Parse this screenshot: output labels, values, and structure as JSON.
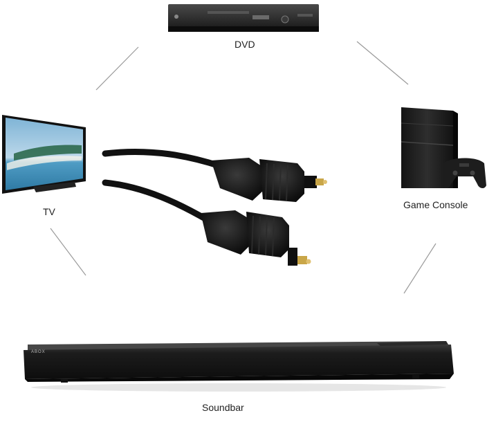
{
  "labels": {
    "dvd": "DVD",
    "tv": "TV",
    "game_console": "Game Console",
    "soundbar": "Soundbar",
    "brand": "ABOX"
  },
  "colors": {
    "device_black": "#1a1a1a",
    "connector_gold": "#c9a648",
    "line_gray": "#9a9a9a",
    "sky_blue": "#7fb4d6",
    "sea_blue": "#3f8fb8"
  }
}
